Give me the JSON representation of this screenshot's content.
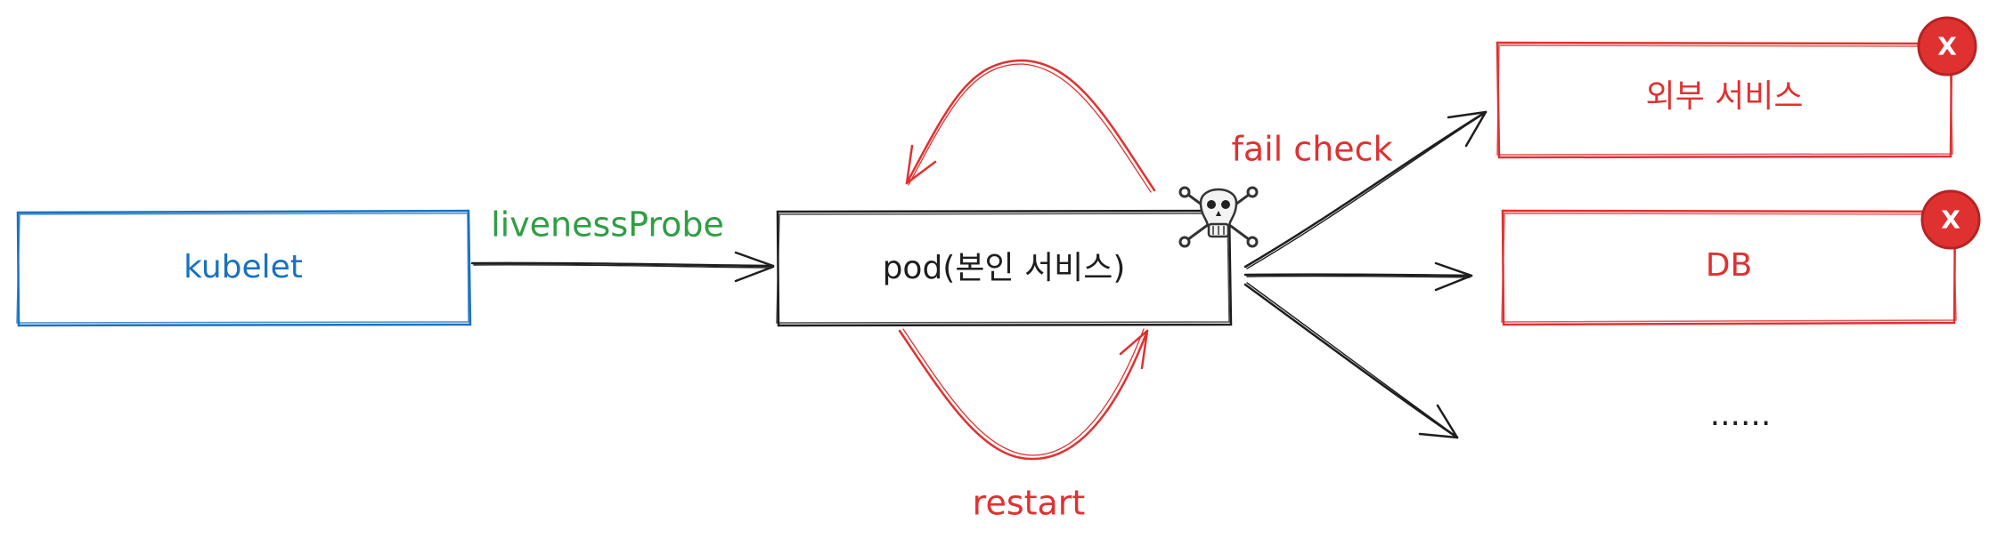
{
  "colors": {
    "blue": "#1971c2",
    "green": "#2f9e44",
    "red": "#e03131",
    "dark": "#1e1e1e",
    "badge": "#e03131"
  },
  "nodes": {
    "kubelet": "kubelet",
    "pod": "pod(본인 서비스)",
    "external_service": "외부 서비스",
    "db": "DB",
    "more": "......"
  },
  "edges": {
    "liveness_probe": "livenessProbe",
    "fail_check": "fail check",
    "restart": "restart"
  },
  "badges": {
    "external_service": "X",
    "db": "X"
  },
  "icons": {
    "failure": "skull-and-crossbones-icon",
    "badge": "x-circle-icon"
  }
}
